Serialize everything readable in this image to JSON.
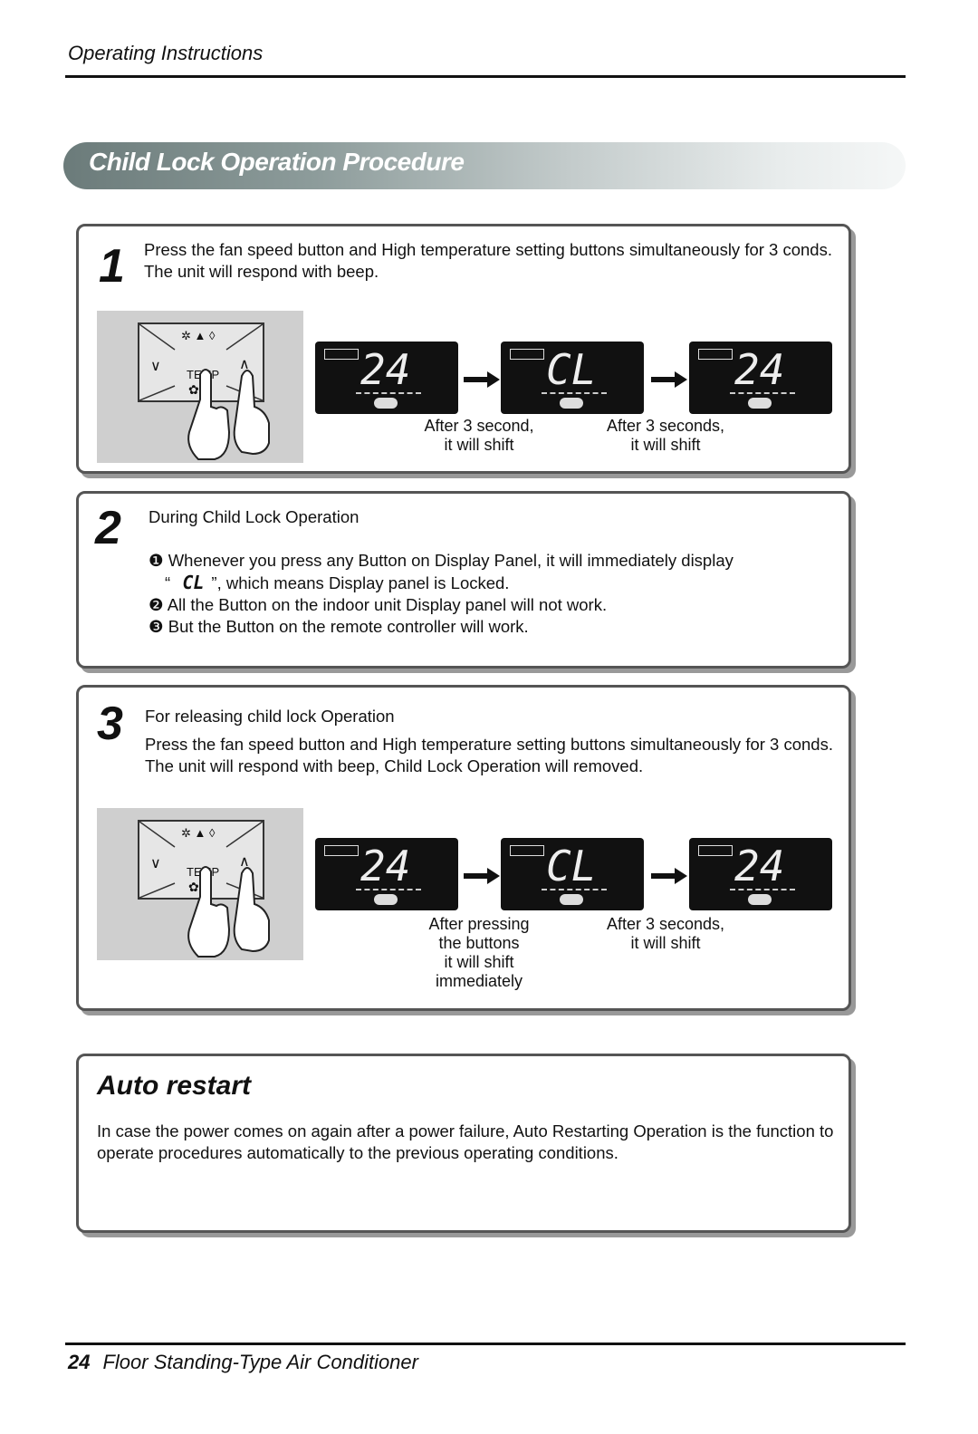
{
  "header": {
    "title": "Operating Instructions"
  },
  "banner": {
    "title": "Child Lock Operation Procedure"
  },
  "step1": {
    "number": "1",
    "line1": "Press the fan speed button and High temperature setting buttons simultaneously for 3 conds.",
    "line2": "The unit will respond with beep.",
    "panel_label": "TEMP",
    "displays": [
      "24",
      "CL",
      "24"
    ],
    "caption1": [
      "After 3 second,",
      "it will shift"
    ],
    "caption2": [
      "After 3 seconds,",
      "it will shift"
    ]
  },
  "step2": {
    "number": "2",
    "heading": "During Child Lock Operation",
    "item1a": "❶ Whenever you press any Button on Display Panel, it will immediately display",
    "item1b_prefix": "“",
    "item1b_code": "CL",
    "item1b_suffix": "”, which means Display panel is Locked.",
    "item2": "❷ All the Button on the indoor unit Display panel will not work.",
    "item3": "❸ But the Button on the remote controller will work."
  },
  "step3": {
    "number": "3",
    "heading": "For releasing child lock Operation",
    "line1": "Press the fan speed button and High temperature setting buttons simultaneously for 3 conds.",
    "line2": "The unit will respond with beep, Child Lock Operation will removed.",
    "panel_label": "TEMP",
    "displays": [
      "24",
      "CL",
      "24"
    ],
    "caption1": [
      "After pressing",
      "the buttons",
      "it will shift",
      "immediately"
    ],
    "caption2": [
      "After 3 seconds,",
      "it will shift"
    ]
  },
  "auto_restart": {
    "title": "Auto restart",
    "line1": "In case the power comes on again after a power failure, Auto Restarting Operation is the function to",
    "line2": "operate procedures automatically to the previous operating conditions."
  },
  "footer": {
    "page": "24",
    "title": "Floor Standing-Type Air Conditioner"
  }
}
